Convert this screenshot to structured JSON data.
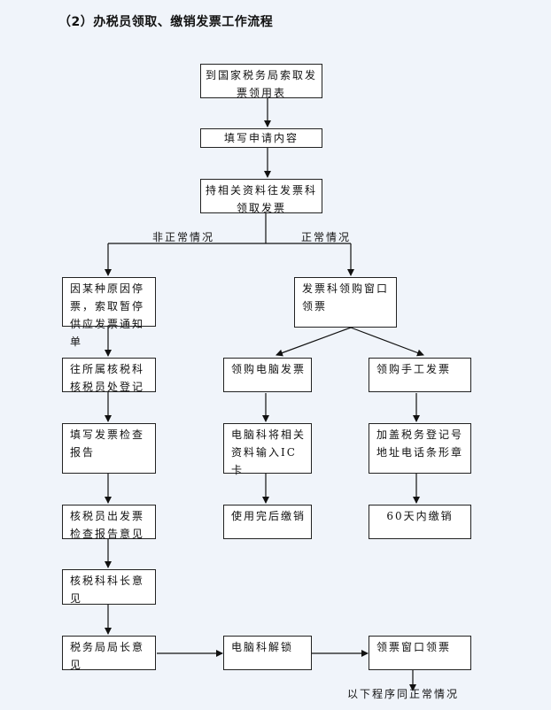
{
  "title": "（2）办税员领取、缴销发票工作流程",
  "boxes": {
    "b1": "到国家税务局索取发票领用表",
    "b2": "填写申请内容",
    "b3": "持相关资料往发票科领取发票",
    "b4": "因某种原因停票，索取暂停供应发票通知单",
    "b5": "发票科领购窗口领票",
    "b6": "往所属核税科核税员处登记",
    "b7": "领购电脑发票",
    "b8": "领购手工发票",
    "b9": "填写发票检查报告",
    "b10": "电脑科将相关资料输入IC卡",
    "b11": "加盖税务登记号地址电话条形章",
    "b12": "核税员出发票检查报告意见",
    "b13": "使用完后缴销",
    "b14": "60天内缴销",
    "b15": "核税科科长意见",
    "b16": "税务局局长意见",
    "b17": "电脑科解锁",
    "b18": "领票窗口领票"
  },
  "labels": {
    "abnormal": "非正常情况",
    "normal": "正常情况",
    "following": "以下程序同正常情况"
  }
}
